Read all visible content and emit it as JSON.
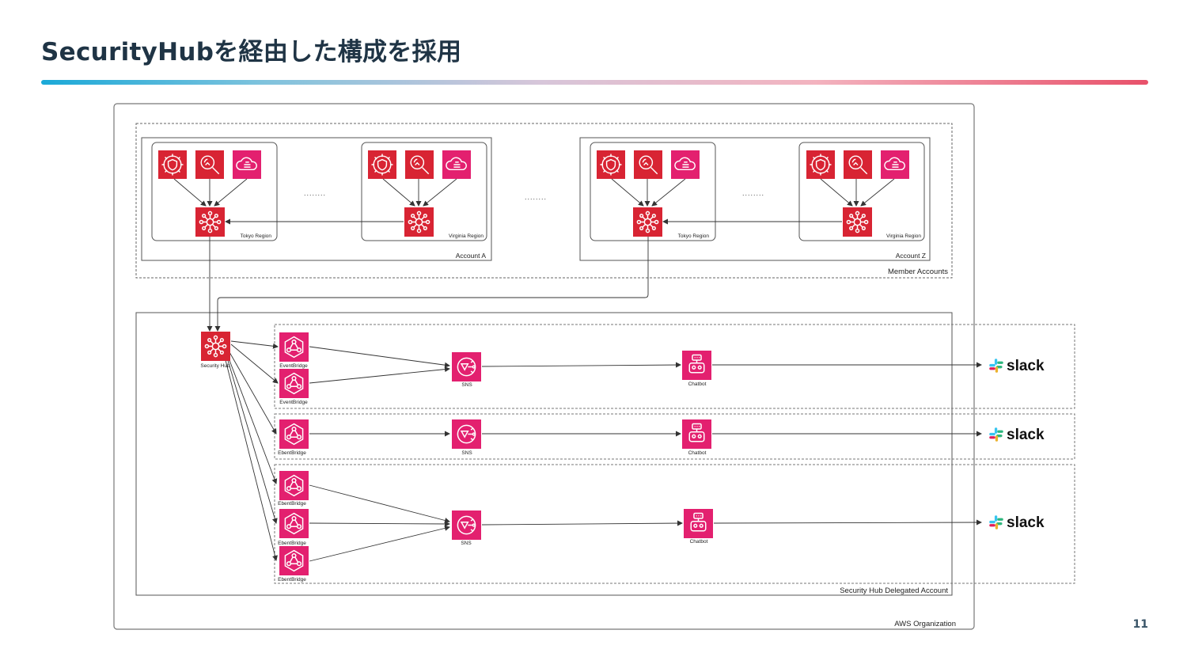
{
  "slide": {
    "title": "SecurityHubを経由した構成を採用",
    "page_number": "11"
  },
  "colors": {
    "aws_security_red": "#d82433",
    "aws_integration_pink": "#e3206f",
    "title_text": "#1f3445"
  },
  "diagram": {
    "organization_label": "AWS Organization",
    "member_accounts_label": "Member Accounts",
    "delegated_account_label": "Security Hub Delegated Account",
    "account_a_label": "Account A",
    "account_z_label": "Account Z",
    "tokyo_region_label": "Tokyo Region",
    "virginia_region_label": "Virginia Region",
    "ellipsis": "........",
    "security_hub_label": "Security Hub",
    "eventbridge_label": "EventBridge",
    "ebentbridge_label": "EbentBridge",
    "sns_label": "SNS",
    "chatbot_label": "Chatbot",
    "slack_label": "slack",
    "source_service_icons": [
      "guardduty-icon",
      "inspector-icon",
      "config-icon"
    ]
  }
}
